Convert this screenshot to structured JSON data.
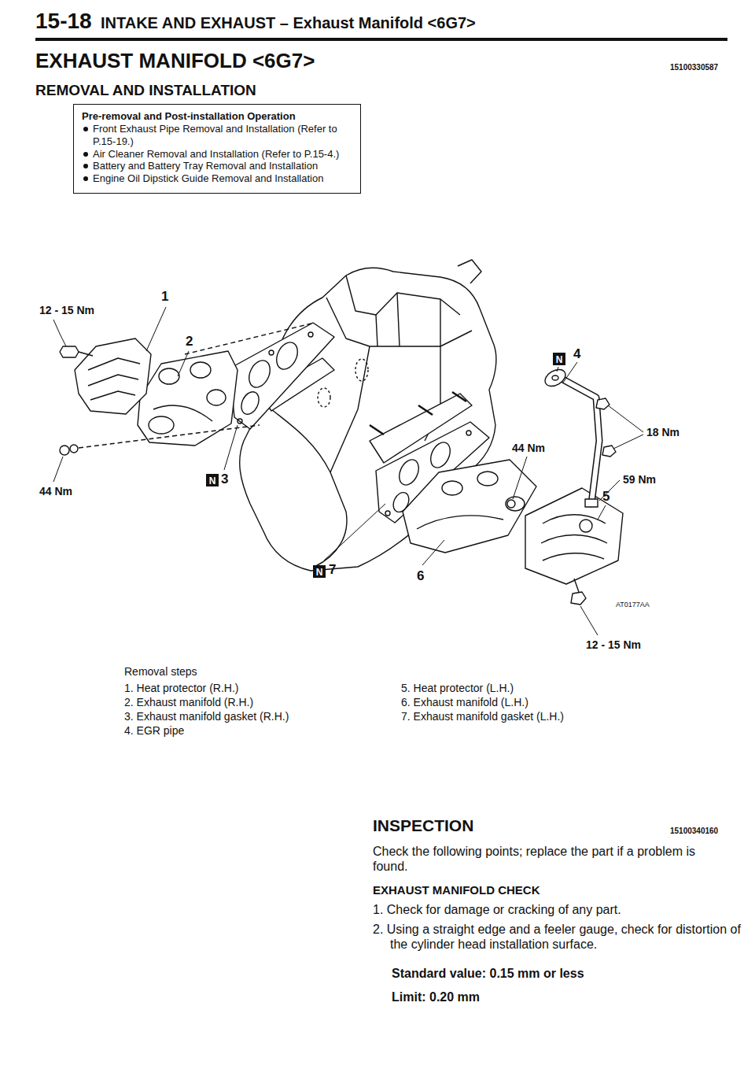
{
  "diagram": {
    "title": "EXHAUST MANIFOLD <6G7>",
    "nodes": [
      {
        "text": [
          "Pre-removal and Post-installation Operation",
          "Front Exhaust Pipe Removal and Installation (Refer to P.15-19.)",
          "Air Cleaner Removal and Installation (Refer to P.15-4.)",
          "Battery and Battery Tray Removal and Installation",
          "Engine Oil Dipstick Guide Removal and Installation"
        ]
      }
    ],
    "labels": [
      "15-18",
      "INTAKE AND EXHAUST – Exhaust Manifold <6G7>",
      "REMOVAL AND INSTALLATION",
      "15100330587",
      "1",
      "12 - 15 Nm",
      "2",
      "44 Nm",
      "N",
      "3",
      "N",
      "4",
      "18 Nm",
      "44 Nm",
      "59 Nm",
      "5",
      "N",
      "7",
      "6",
      "AT0177AA",
      "12 - 15 Nm",
      "Removal steps",
      "1. Heat protector (R.H.)",
      "2. Exhaust manifold (R.H.)",
      "3. Exhaust manifold gasket (R.H.)",
      "4. EGR pipe",
      "5. Heat protector (L.H.)",
      "6. Exhaust manifold (L.H.)",
      "7. Exhaust manifold gasket (L.H.)",
      "INSPECTION",
      "15100340160",
      "Check the following points; replace the part if a problem is found.",
      "EXHAUST MANIFOLD CHECK",
      "1. Check for damage or cracking of any part.",
      "2. Using a straight edge and a feeler gauge, check for distortion of the cylinder head installation surface.",
      "Standard value: 0.15 mm or less",
      "Limit: 0.20 mm"
    ]
  }
}
